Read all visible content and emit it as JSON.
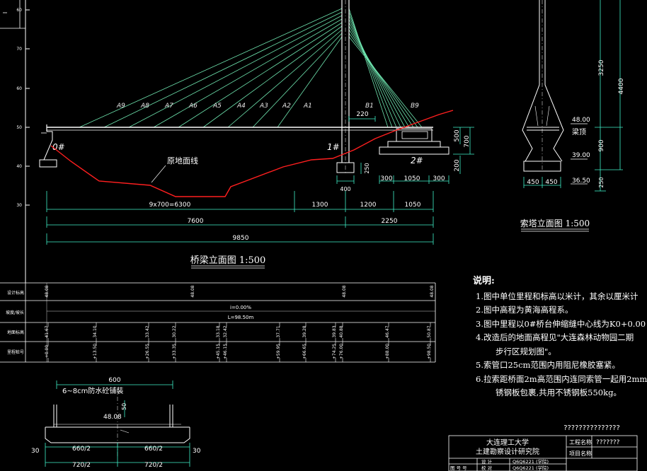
{
  "elevation_axis": {
    "ticks": [
      "60",
      "70",
      "60",
      "50",
      "40",
      "30"
    ]
  },
  "cables": {
    "side_labels": [
      "A9",
      "A8",
      "A7",
      "A6",
      "A5",
      "A4",
      "A3",
      "A2",
      "A1"
    ],
    "main_labels": [
      "B1",
      "B9"
    ]
  },
  "labels": {
    "ground_line": "原地面线",
    "pier_0": "0#",
    "pier_1": "1#",
    "pier_2": "2#"
  },
  "dims": {
    "d220": "220",
    "d250": "250",
    "d400": "400",
    "d300a": "300",
    "d1050a": "1050",
    "d300b": "300",
    "d500": "500",
    "d700": "700",
    "d200": "200",
    "span_9x700": "9x700=6300",
    "d1300": "1300",
    "d1200": "1200",
    "d1050b": "1050",
    "d7600": "7600",
    "d2250": "2250",
    "d9850": "9850"
  },
  "bridge_title": "桥梁立面图 1:500",
  "tower": {
    "title": "索塔立面图 1:500",
    "d3250": "3250",
    "d4400": "4400",
    "d900": "900",
    "d250": "250",
    "d450a": "450",
    "d450b": "450",
    "e48": "48.00",
    "e39": "39.00",
    "e3650": "36.50",
    "beam_top": "梁顶"
  },
  "profile_table": {
    "row_labels": [
      "设计标高",
      "坡度/坡长",
      "地面标高",
      "里程桩号"
    ],
    "design_elev": [
      "48.08",
      "48.08",
      "48.08",
      "48.08"
    ],
    "grade": "i=0.00%",
    "length": "L=98.50m",
    "ground_elev": [
      "41.67",
      "34.10",
      "33.42",
      "30.22",
      "33.18",
      "32.42",
      "37.71",
      "39.28",
      "39.83",
      "40.88",
      "46.47",
      "50.87"
    ],
    "stations": [
      "+0.00",
      "+13.50",
      "+26.55",
      "+33.35",
      "+45.15",
      "+46.15",
      "+59.95",
      "+66.65",
      "+74.25",
      "+76.00",
      "+88.00",
      "+98.50"
    ]
  },
  "notes": {
    "heading": "说明:",
    "items": [
      "1.图中单位里程和标高以米计，其余以厘米计",
      "2.图中高程为黄海高程系。",
      "3.图中里程以0#桥台伸缩缝中心线为K0+0.00",
      "4.改造后的地面高程见\"大连森林动物园二期",
      "5.索管口25cm范围内用阻尼橡胶塞紧。",
      "6.拉索距桥面2m高范围内连同索管一起用2mm"
    ],
    "continuations": [
      "步行区规划图\"。",
      "锈钢板包裹,共用不锈钢板550kg。"
    ]
  },
  "section": {
    "d600": "600",
    "paving": "6~8cm防水砼铺装",
    "e4808": "48.08",
    "d50": "50",
    "d30a": "30",
    "d30b": "30",
    "half_a": "660/2",
    "half_b": "660/2",
    "half_c": "720/2",
    "half_d": "720/2"
  },
  "title_block": {
    "unknown_title": "???????????????",
    "university": "大连理工大学",
    "institute": "土建勘察设计研究院",
    "project_label": "工程名称",
    "project_value": "???????",
    "item_label": "项目名称",
    "design_label": "设 计",
    "design_value": "Q6Q6221 (学院)",
    "check_label": "校 对",
    "check_value": "Q6Q6221 (学院)",
    "sheet_label": "图 号 号"
  },
  "colors": {
    "cable": "#6fe6b0",
    "deck": "#ffffff",
    "ground": "#ff1f1f",
    "dimension": "#3ff0c8",
    "text": "#ffffff"
  }
}
